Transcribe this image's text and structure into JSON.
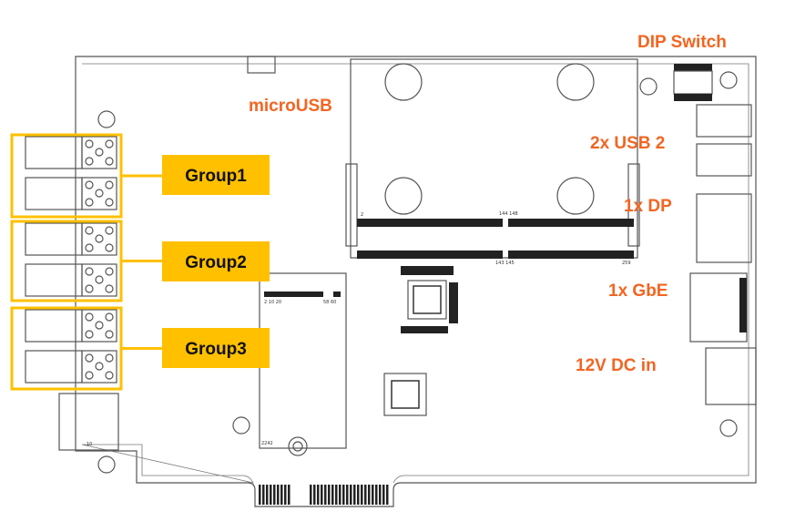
{
  "labels": {
    "dip_switch": "DIP Switch",
    "micro_usb": "microUSB",
    "usb2": "2x USB 2",
    "dp": "1x DP",
    "gbe": "1x GbE",
    "dc_in": "12V DC in"
  },
  "groups": [
    "Group1",
    "Group2",
    "Group3"
  ],
  "pin_labels": {
    "sodimm_top_left": "2",
    "sodimm_top_mid": "144 148",
    "sodimm_bot_mid": "143 145",
    "sodimm_bot_right": "259",
    "m2_top": "2 10 20",
    "m2_top_right": "58 60",
    "m2_length": "2242",
    "header": "10"
  },
  "colors": {
    "callout": "#f26522",
    "group": "#ffc000"
  }
}
